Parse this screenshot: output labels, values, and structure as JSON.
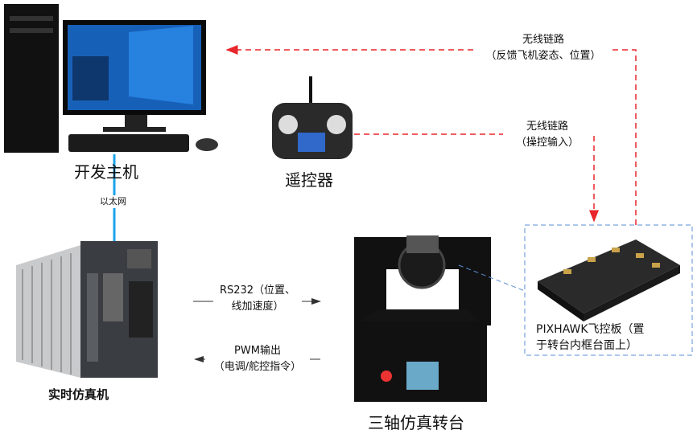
{
  "nodes": {
    "dev_host": "开发主机",
    "remote": "遥控器",
    "realtime_sim": "实时仿真机",
    "turntable": "三轴仿真转台",
    "pixhawk_line1": "PIXHAWK飞控板（置",
    "pixhawk_line2": "于转台内框台面上）"
  },
  "links": {
    "ethernet": "以太网",
    "wireless_feedback_1": "无线链路",
    "wireless_feedback_2": "（反馈飞机姿态、位置）",
    "wireless_control_1": "无线链路",
    "wireless_control_2": "（操控输入）",
    "rs232_1": "RS232（位置、",
    "rs232_2": "线加速度）",
    "pwm_1": "PWM输出",
    "pwm_2": "（电调/舵控指令）"
  },
  "colors": {
    "wireless": "#e8262b",
    "ethernet": "#1aa3e8",
    "frame": "#5b8fd6"
  }
}
